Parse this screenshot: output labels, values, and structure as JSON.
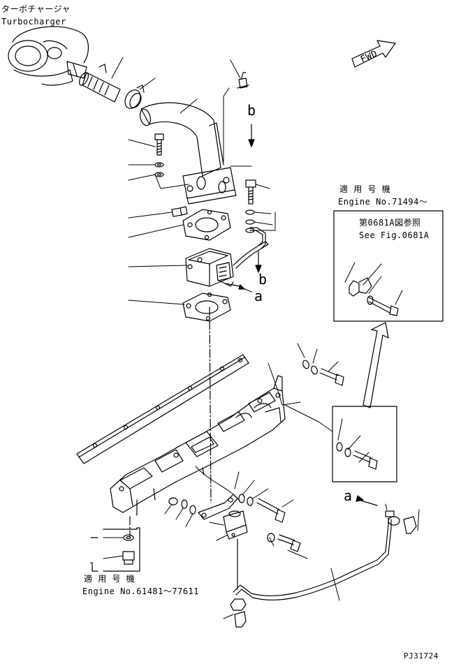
{
  "labels": {
    "turbo_jp": "ターボチャージャ",
    "turbo_en": "Turbocharger",
    "fwd": "FWD",
    "ref_b_top": "b",
    "ref_b_side": "b",
    "ref_a_right": "a",
    "ref_a_lower": "a",
    "applicable_jp_1": "適 用 号 機",
    "engine_no_1": "Engine No.71494〜",
    "see_fig_jp": "第0681A図参照",
    "see_fig_en": "See Fig.0681A",
    "applicable_jp_2": "適 用 号 機",
    "engine_no_2": "Engine No.61481〜77611",
    "drawing_id": "PJ31724"
  }
}
